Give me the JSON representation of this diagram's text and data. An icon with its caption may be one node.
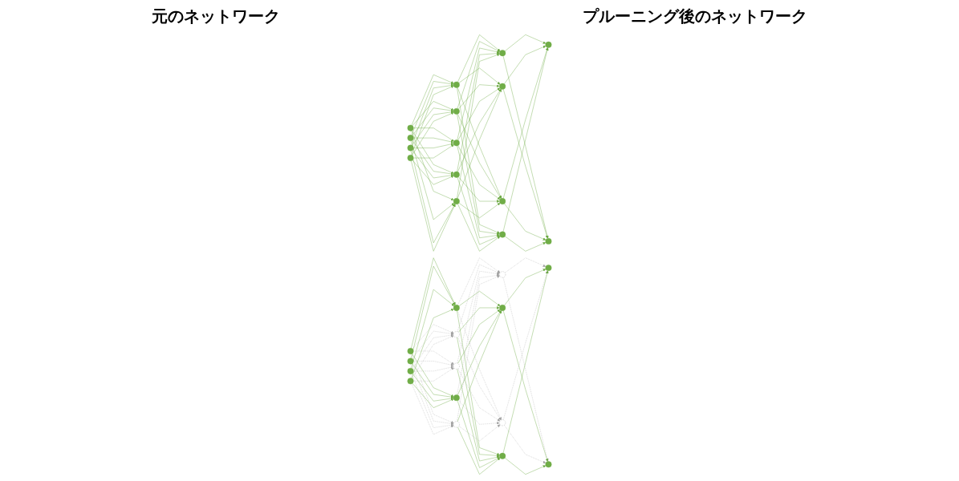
{
  "diagram": {
    "nodes": [
      {
        "text": [],
        "shape": "circle"
      },
      {
        "text": [],
        "shape": "circle"
      },
      {
        "text": [],
        "shape": "circle"
      },
      {
        "text": [],
        "shape": "circle"
      },
      {
        "text": [],
        "shape": "circle"
      },
      {
        "text": [],
        "shape": "circle"
      },
      {
        "text": [],
        "shape": "circle"
      },
      {
        "text": [],
        "shape": "circle"
      },
      {
        "text": [],
        "shape": "circle"
      },
      {
        "text": [],
        "shape": "circle"
      },
      {
        "text": [],
        "shape": "circle"
      },
      {
        "text": [],
        "shape": "circle"
      },
      {
        "text": [],
        "shape": "circle"
      },
      {
        "text": [],
        "shape": "circle"
      },
      {
        "text": [],
        "shape": "circle"
      },
      {
        "text": [],
        "shape": "circle"
      },
      {
        "text": [],
        "shape": "circle"
      },
      {
        "text": [],
        "shape": "circle"
      },
      {
        "text": [],
        "shape": "circle"
      },
      {
        "text": [],
        "shape": "circle"
      },
      {
        "text": [],
        "shape": "circle"
      },
      {
        "text": [],
        "shape": "circle"
      },
      {
        "text": [],
        "shape": "circle"
      },
      {
        "text": [],
        "shape": "circle"
      },
      {
        "text": [],
        "shape": "circle"
      },
      {
        "text": [],
        "shape": "circle"
      },
      {
        "text": [],
        "shape": "circle"
      },
      {
        "text": [],
        "shape": "circle"
      },
      {
        "text": [],
        "shape": "circle"
      },
      {
        "text": [],
        "shape": "circle"
      }
    ],
    "edges": [
      {
        "from": 0,
        "to": 4,
        "arrow": "to"
      },
      {
        "from": 0,
        "to": 5,
        "arrow": "to"
      },
      {
        "from": 0,
        "to": 6,
        "arrow": "to"
      },
      {
        "from": 0,
        "to": 7,
        "arrow": "to"
      },
      {
        "from": 0,
        "to": 8,
        "arrow": "to"
      },
      {
        "from": 1,
        "to": 4,
        "arrow": "to"
      },
      {
        "from": 1,
        "to": 5,
        "arrow": "to"
      },
      {
        "from": 1,
        "to": 6,
        "arrow": "to"
      },
      {
        "from": 1,
        "to": 7,
        "arrow": "to"
      },
      {
        "from": 1,
        "to": 8,
        "arrow": "to"
      },
      {
        "from": 2,
        "to": 4,
        "arrow": "to"
      },
      {
        "from": 2,
        "to": 5,
        "arrow": "to"
      },
      {
        "from": 2,
        "to": 6,
        "arrow": "to"
      },
      {
        "from": 2,
        "to": 7,
        "arrow": "to"
      },
      {
        "from": 2,
        "to": 8,
        "arrow": "to"
      },
      {
        "from": 3,
        "to": 4,
        "arrow": "to"
      },
      {
        "from": 3,
        "to": 5,
        "arrow": "to"
      },
      {
        "from": 3,
        "to": 6,
        "arrow": "to"
      },
      {
        "from": 3,
        "to": 7,
        "arrow": "to"
      },
      {
        "from": 3,
        "to": 8,
        "arrow": "to"
      },
      {
        "from": 4,
        "to": 9,
        "arrow": "to"
      },
      {
        "from": 4,
        "to": 10,
        "arrow": "to"
      },
      {
        "from": 4,
        "to": 11,
        "arrow": "to"
      },
      {
        "from": 4,
        "to": 12,
        "arrow": "to"
      },
      {
        "from": 5,
        "to": 9,
        "arrow": "to"
      },
      {
        "from": 5,
        "to": 10,
        "arrow": "to"
      },
      {
        "from": 5,
        "to": 11,
        "arrow": "to"
      },
      {
        "from": 5,
        "to": 12,
        "arrow": "to"
      },
      {
        "from": 6,
        "to": 9,
        "arrow": "to"
      },
      {
        "from": 6,
        "to": 10,
        "arrow": "to"
      },
      {
        "from": 6,
        "to": 11,
        "arrow": "to"
      },
      {
        "from": 6,
        "to": 12,
        "arrow": "to"
      },
      {
        "from": 7,
        "to": 9,
        "arrow": "to"
      },
      {
        "from": 7,
        "to": 10,
        "arrow": "to"
      },
      {
        "from": 7,
        "to": 11,
        "arrow": "to"
      },
      {
        "from": 7,
        "to": 12,
        "arrow": "to"
      },
      {
        "from": 8,
        "to": 9,
        "arrow": "to"
      },
      {
        "from": 8,
        "to": 10,
        "arrow": "to"
      },
      {
        "from": 8,
        "to": 11,
        "arrow": "to"
      },
      {
        "from": 8,
        "to": 12,
        "arrow": "to"
      },
      {
        "from": 9,
        "to": 13,
        "arrow": "to"
      },
      {
        "from": 9,
        "to": 14,
        "arrow": "to"
      },
      {
        "from": 10,
        "to": 13,
        "arrow": "to"
      },
      {
        "from": 10,
        "to": 14,
        "arrow": "to"
      },
      {
        "from": 11,
        "to": 13,
        "arrow": "to"
      },
      {
        "from": 11,
        "to": 14,
        "arrow": "to"
      },
      {
        "from": 12,
        "to": 13,
        "arrow": "to"
      },
      {
        "from": 12,
        "to": 14,
        "arrow": "to"
      },
      {
        "from": 15,
        "to": 19,
        "arrow": "to"
      },
      {
        "from": 15,
        "to": 20,
        "arrow": "to",
        "style": "dashed",
        "color": "#a6a6a6"
      },
      {
        "from": 15,
        "to": 21,
        "arrow": "to",
        "style": "dashed",
        "color": "#a6a6a6"
      },
      {
        "from": 15,
        "to": 22,
        "arrow": "to"
      },
      {
        "from": 15,
        "to": 23,
        "arrow": "to",
        "style": "dashed",
        "color": "#a6a6a6"
      },
      {
        "from": 16,
        "to": 19,
        "arrow": "to"
      },
      {
        "from": 16,
        "to": 20,
        "arrow": "to",
        "style": "dashed",
        "color": "#a6a6a6"
      },
      {
        "from": 16,
        "to": 21,
        "arrow": "to",
        "style": "dashed",
        "color": "#a6a6a6"
      },
      {
        "from": 16,
        "to": 22,
        "arrow": "to"
      },
      {
        "from": 16,
        "to": 23,
        "arrow": "to",
        "style": "dashed",
        "color": "#a6a6a6"
      },
      {
        "from": 17,
        "to": 19,
        "arrow": "to"
      },
      {
        "from": 17,
        "to": 20,
        "arrow": "to",
        "style": "dashed",
        "color": "#a6a6a6"
      },
      {
        "from": 17,
        "to": 21,
        "arrow": "to",
        "style": "dashed",
        "color": "#a6a6a6"
      },
      {
        "from": 17,
        "to": 22,
        "arrow": "to"
      },
      {
        "from": 17,
        "to": 23,
        "arrow": "to",
        "style": "dashed",
        "color": "#a6a6a6"
      },
      {
        "from": 18,
        "to": 19,
        "arrow": "to"
      },
      {
        "from": 18,
        "to": 20,
        "arrow": "to",
        "style": "dashed",
        "color": "#a6a6a6"
      },
      {
        "from": 18,
        "to": 21,
        "arrow": "to",
        "style": "dashed",
        "color": "#a6a6a6"
      },
      {
        "from": 18,
        "to": 22,
        "arrow": "to"
      },
      {
        "from": 18,
        "to": 23,
        "arrow": "to",
        "style": "dashed",
        "color": "#a6a6a6"
      },
      {
        "from": 19,
        "to": 24,
        "arrow": "to",
        "style": "dashed",
        "color": "#a6a6a6"
      },
      {
        "from": 19,
        "to": 25,
        "arrow": "to"
      },
      {
        "from": 19,
        "to": 26,
        "arrow": "to",
        "style": "dashed",
        "color": "#a6a6a6"
      },
      {
        "from": 19,
        "to": 27,
        "arrow": "to"
      },
      {
        "from": 20,
        "to": 24,
        "arrow": "to",
        "style": "dashed",
        "color": "#a6a6a6"
      },
      {
        "from": 20,
        "to": 25,
        "arrow": "to"
      },
      {
        "from": 20,
        "to": 26,
        "arrow": "to",
        "style": "dashed",
        "color": "#a6a6a6"
      },
      {
        "from": 20,
        "to": 27,
        "arrow": "to"
      },
      {
        "from": 21,
        "to": 24,
        "arrow": "to",
        "style": "dashed",
        "color": "#a6a6a6"
      },
      {
        "from": 21,
        "to": 25,
        "arrow": "to"
      },
      {
        "from": 21,
        "to": 26,
        "arrow": "to",
        "style": "dashed",
        "color": "#a6a6a6"
      },
      {
        "from": 21,
        "to": 27,
        "arrow": "to"
      },
      {
        "from": 22,
        "to": 24,
        "arrow": "to",
        "style": "dashed",
        "color": "#a6a6a6"
      },
      {
        "from": 22,
        "to": 25,
        "arrow": "to"
      },
      {
        "from": 22,
        "to": 26,
        "arrow": "to",
        "style": "dashed",
        "color": "#a6a6a6"
      },
      {
        "from": 22,
        "to": 27,
        "arrow": "to"
      },
      {
        "from": 23,
        "to": 24,
        "arrow": "to",
        "style": "dashed",
        "color": "#a6a6a6"
      },
      {
        "from": 23,
        "to": 25,
        "arrow": "to"
      },
      {
        "from": 23,
        "to": 26,
        "arrow": "to",
        "style": "dashed",
        "color": "#a6a6a6"
      },
      {
        "from": 23,
        "to": 27,
        "arrow": "to"
      },
      {
        "from": 24,
        "to": 28,
        "arrow": "to",
        "style": "dashed",
        "color": "#a6a6a6"
      },
      {
        "from": 24,
        "to": 29,
        "arrow": "to",
        "style": "dashed",
        "color": "#a6a6a6"
      },
      {
        "from": 25,
        "to": 28,
        "arrow": "to"
      },
      {
        "from": 25,
        "to": 29,
        "arrow": "to"
      },
      {
        "from": 26,
        "to": 28,
        "arrow": "to",
        "style": "dashed",
        "color": "#a6a6a6"
      },
      {
        "from": 26,
        "to": 29,
        "arrow": "to",
        "style": "dashed",
        "color": "#a6a6a6"
      },
      {
        "from": 27,
        "to": 28,
        "arrow": "to"
      },
      {
        "from": 27,
        "to": 29,
        "arrow": "to"
      }
    ],
    "labels": [
      "元のネットワーク",
      "プルーニング後のネットワーク"
    ]
  }
}
